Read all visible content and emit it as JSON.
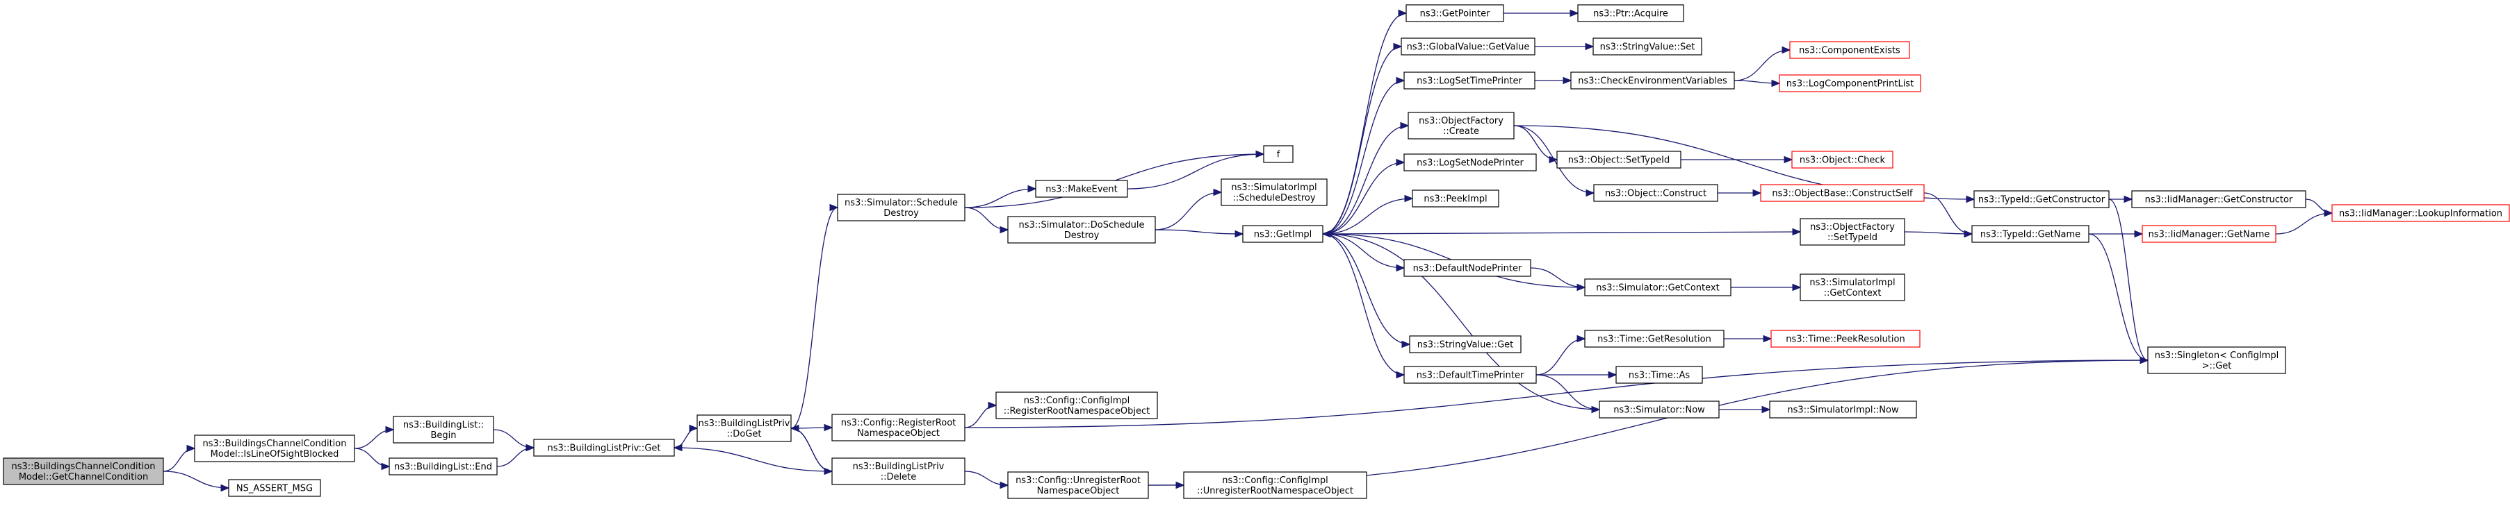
{
  "graph": {
    "nodes": [
      {
        "id": "root",
        "lines": [
          "ns3::BuildingsChannelCondition",
          "Model::GetChannelCondition"
        ],
        "style": "start"
      },
      {
        "id": "isLOS",
        "lines": [
          "ns3::BuildingsChannelCondition",
          "Model::IsLineOfSightBlocked"
        ]
      },
      {
        "id": "assert",
        "lines": [
          "NS_ASSERT_MSG"
        ]
      },
      {
        "id": "blBegin",
        "lines": [
          "ns3::BuildingList::",
          "Begin"
        ]
      },
      {
        "id": "blEnd",
        "lines": [
          "ns3::BuildingList::End"
        ]
      },
      {
        "id": "blpGet",
        "lines": [
          "ns3::BuildingListPriv::Get"
        ]
      },
      {
        "id": "blpDoGet",
        "lines": [
          "ns3::BuildingListPriv",
          "::DoGet"
        ]
      },
      {
        "id": "cfgReg",
        "lines": [
          "ns3::Config::RegisterRoot",
          "NamespaceObject"
        ]
      },
      {
        "id": "blpDelete",
        "lines": [
          "ns3::BuildingListPriv",
          "::Delete"
        ]
      },
      {
        "id": "cfgImplReg",
        "lines": [
          "ns3::Config::ConfigImpl",
          "::RegisterRootNamespaceObject"
        ]
      },
      {
        "id": "cfgUnreg",
        "lines": [
          "ns3::Config::UnregisterRoot",
          "NamespaceObject"
        ]
      },
      {
        "id": "cfgImplUnreg",
        "lines": [
          "ns3::Config::ConfigImpl",
          "::UnregisterRootNamespaceObject"
        ]
      },
      {
        "id": "simSchedDestroy",
        "lines": [
          "ns3::Simulator::Schedule",
          "Destroy"
        ]
      },
      {
        "id": "makeEvent",
        "lines": [
          "ns3::MakeEvent"
        ]
      },
      {
        "id": "simDoSchedDestroy",
        "lines": [
          "ns3::Simulator::DoSchedule",
          "Destroy"
        ]
      },
      {
        "id": "f",
        "lines": [
          "f"
        ]
      },
      {
        "id": "simImplSchedDestroy",
        "lines": [
          "ns3::SimulatorImpl",
          "::ScheduleDestroy"
        ]
      },
      {
        "id": "getImpl",
        "lines": [
          "ns3::GetImpl"
        ]
      },
      {
        "id": "getPointer",
        "lines": [
          "ns3::GetPointer"
        ]
      },
      {
        "id": "ptrAcquire",
        "lines": [
          "ns3::Ptr::Acquire"
        ]
      },
      {
        "id": "gvGetValue",
        "lines": [
          "ns3::GlobalValue::GetValue"
        ]
      },
      {
        "id": "svSet",
        "lines": [
          "ns3::StringValue::Set"
        ]
      },
      {
        "id": "logSetTime",
        "lines": [
          "ns3::LogSetTimePrinter"
        ]
      },
      {
        "id": "checkEnv",
        "lines": [
          "ns3::CheckEnvironmentVariables"
        ]
      },
      {
        "id": "compExists",
        "lines": [
          "ns3::ComponentExists"
        ],
        "style": "red"
      },
      {
        "id": "logCompPrint",
        "lines": [
          "ns3::LogComponentPrintList"
        ],
        "style": "red"
      },
      {
        "id": "ofCreate",
        "lines": [
          "ns3::ObjectFactory",
          "::Create"
        ]
      },
      {
        "id": "objSetTypeId",
        "lines": [
          "ns3::Object::SetTypeId"
        ]
      },
      {
        "id": "objCheck",
        "lines": [
          "ns3::Object::Check"
        ],
        "style": "red"
      },
      {
        "id": "objConstruct",
        "lines": [
          "ns3::Object::Construct"
        ]
      },
      {
        "id": "obConstructSelf",
        "lines": [
          "ns3::ObjectBase::ConstructSelf"
        ],
        "style": "red"
      },
      {
        "id": "logSetNode",
        "lines": [
          "ns3::LogSetNodePrinter"
        ]
      },
      {
        "id": "peekImpl",
        "lines": [
          "ns3::PeekImpl"
        ]
      },
      {
        "id": "ofSetTypeId",
        "lines": [
          "ns3::ObjectFactory",
          "::SetTypeId"
        ]
      },
      {
        "id": "typeIdGetCons",
        "lines": [
          "ns3::TypeId::GetConstructor"
        ]
      },
      {
        "id": "iidGetCons",
        "lines": [
          "ns3::IidManager::GetConstructor"
        ]
      },
      {
        "id": "iidLookup",
        "lines": [
          "ns3::IidManager::LookupInformation"
        ],
        "style": "red"
      },
      {
        "id": "typeIdGetName",
        "lines": [
          "ns3::TypeId::GetName"
        ]
      },
      {
        "id": "iidGetName",
        "lines": [
          "ns3::IidManager::GetName"
        ],
        "style": "red"
      },
      {
        "id": "defNodePrinter",
        "lines": [
          "ns3::DefaultNodePrinter"
        ]
      },
      {
        "id": "simGetContext",
        "lines": [
          "ns3::Simulator::GetContext"
        ]
      },
      {
        "id": "simImplGetContext",
        "lines": [
          "ns3::SimulatorImpl",
          "::GetContext"
        ]
      },
      {
        "id": "svGet",
        "lines": [
          "ns3::StringValue::Get"
        ]
      },
      {
        "id": "defTimePrinter",
        "lines": [
          "ns3::DefaultTimePrinter"
        ]
      },
      {
        "id": "timeGetRes",
        "lines": [
          "ns3::Time::GetResolution"
        ]
      },
      {
        "id": "timePeekRes",
        "lines": [
          "ns3::Time::PeekResolution"
        ],
        "style": "red"
      },
      {
        "id": "timeAs",
        "lines": [
          "ns3::Time::As"
        ]
      },
      {
        "id": "simNow",
        "lines": [
          "ns3::Simulator::Now"
        ]
      },
      {
        "id": "simImplNow",
        "lines": [
          "ns3::SimulatorImpl::Now"
        ]
      },
      {
        "id": "singleton",
        "lines": [
          "ns3::Singleton< ConfigImpl",
          " >::Get"
        ]
      }
    ],
    "edges": [
      [
        "root",
        "isLOS"
      ],
      [
        "root",
        "assert"
      ],
      [
        "isLOS",
        "blBegin"
      ],
      [
        "isLOS",
        "blEnd"
      ],
      [
        "blBegin",
        "blpGet"
      ],
      [
        "blEnd",
        "blpGet"
      ],
      [
        "blpGet",
        "blpDoGet"
      ],
      [
        "blpDoGet",
        "simSchedDestroy"
      ],
      [
        "blpDoGet",
        "cfgReg"
      ],
      [
        "blpDoGet",
        "blpDelete"
      ],
      [
        "blpDelete",
        "blpGet"
      ],
      [
        "blpDelete",
        "blpDoGet"
      ],
      [
        "blpDelete",
        "cfgUnreg"
      ],
      [
        "cfgReg",
        "cfgImplReg"
      ],
      [
        "cfgReg",
        "singleton"
      ],
      [
        "cfgUnreg",
        "cfgImplUnreg"
      ],
      [
        "cfgUnreg",
        "singleton"
      ],
      [
        "simSchedDestroy",
        "makeEvent"
      ],
      [
        "simSchedDestroy",
        "f"
      ],
      [
        "simSchedDestroy",
        "simDoSchedDestroy"
      ],
      [
        "makeEvent",
        "f"
      ],
      [
        "simDoSchedDestroy",
        "simImplSchedDestroy"
      ],
      [
        "simDoSchedDestroy",
        "getImpl"
      ],
      [
        "getImpl",
        "getPointer"
      ],
      [
        "getImpl",
        "gvGetValue"
      ],
      [
        "getImpl",
        "logSetTime"
      ],
      [
        "getImpl",
        "ofCreate"
      ],
      [
        "getImpl",
        "logSetNode"
      ],
      [
        "getImpl",
        "peekImpl"
      ],
      [
        "getImpl",
        "ofSetTypeId"
      ],
      [
        "getImpl",
        "defNodePrinter"
      ],
      [
        "getImpl",
        "svGet"
      ],
      [
        "getImpl",
        "defTimePrinter"
      ],
      [
        "getPointer",
        "ptrAcquire"
      ],
      [
        "gvGetValue",
        "svSet"
      ],
      [
        "logSetTime",
        "checkEnv"
      ],
      [
        "checkEnv",
        "compExists"
      ],
      [
        "checkEnv",
        "logCompPrint"
      ],
      [
        "ofCreate",
        "objSetTypeId"
      ],
      [
        "ofCreate",
        "objConstruct"
      ],
      [
        "ofCreate",
        "typeIdGetCons"
      ],
      [
        "objSetTypeId",
        "objCheck"
      ],
      [
        "objConstruct",
        "obConstructSelf"
      ],
      [
        "obConstructSelf",
        "typeIdGetName"
      ],
      [
        "ofSetTypeId",
        "typeIdGetName"
      ],
      [
        "typeIdGetCons",
        "iidGetCons"
      ],
      [
        "typeIdGetCons",
        "singleton"
      ],
      [
        "iidGetCons",
        "iidLookup"
      ],
      [
        "typeIdGetName",
        "iidGetName"
      ],
      [
        "typeIdGetName",
        "singleton"
      ],
      [
        "iidGetName",
        "iidLookup"
      ],
      [
        "defNodePrinter",
        "simGetContext"
      ],
      [
        "simGetContext",
        "simImplGetContext"
      ],
      [
        "simGetContext",
        "getImpl"
      ],
      [
        "defTimePrinter",
        "timeGetRes"
      ],
      [
        "defTimePrinter",
        "timeAs"
      ],
      [
        "defTimePrinter",
        "simNow"
      ],
      [
        "timeGetRes",
        "timePeekRes"
      ],
      [
        "simNow",
        "simImplNow"
      ],
      [
        "simNow",
        "getImpl"
      ]
    ]
  },
  "colors": {
    "edge": "#191970",
    "box_border": "#000000",
    "red_border": "#ff0000",
    "start_fill": "#bfbfbf",
    "background": "#ffffff"
  }
}
